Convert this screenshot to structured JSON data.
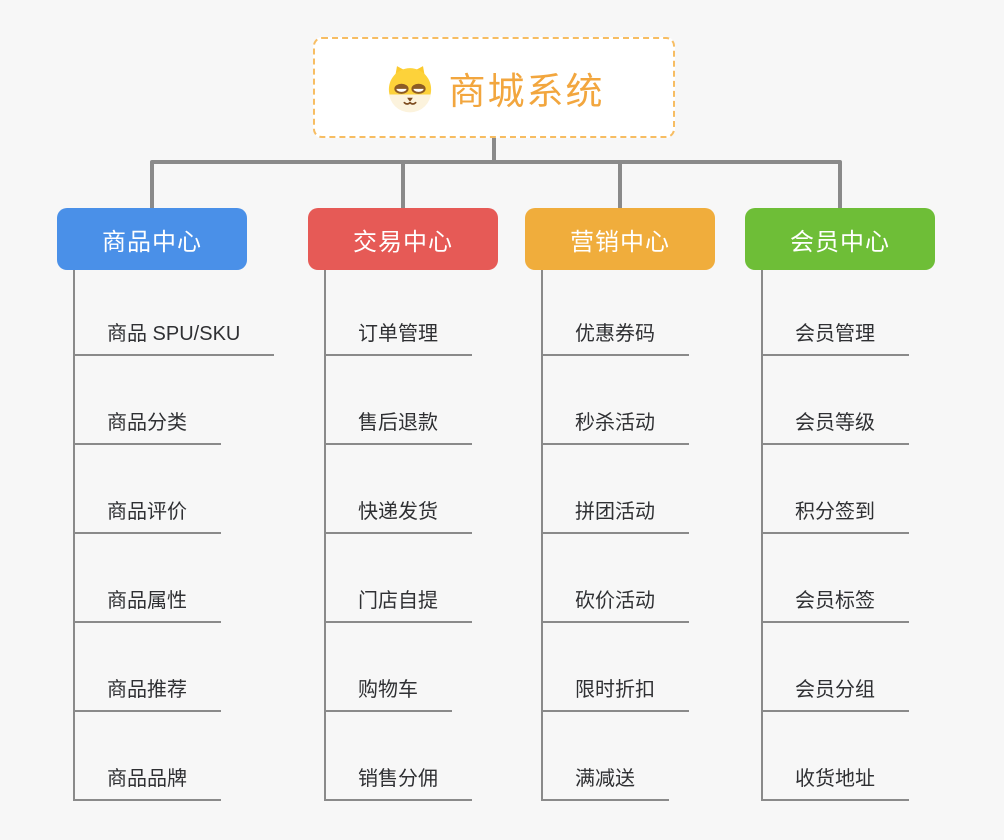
{
  "app": {
    "background": "#f7f7f7",
    "connector_color": "#8a8a8a",
    "underline_color": "#8a8a8a",
    "item_text_color": "#2f3033"
  },
  "root": {
    "title": "商城系统",
    "title_color": "#f2a63e",
    "border_color": "#f7bd62",
    "icon": "dog-face-icon"
  },
  "branches": [
    {
      "label": "商品中心",
      "color": "#4a90e8",
      "items": [
        "商品 SPU/SKU",
        "商品分类",
        "商品评价",
        "商品属性",
        "商品推荐",
        "商品品牌"
      ]
    },
    {
      "label": "交易中心",
      "color": "#e65a56",
      "items": [
        "订单管理",
        "售后退款",
        "快递发货",
        "门店自提",
        "购物车",
        "销售分佣"
      ]
    },
    {
      "label": "营销中心",
      "color": "#f0ad3c",
      "items": [
        "优惠券码",
        "秒杀活动",
        "拼团活动",
        "砍价活动",
        "限时折扣",
        "满减送"
      ]
    },
    {
      "label": "会员中心",
      "color": "#6ebe37",
      "items": [
        "会员管理",
        "会员等级",
        "积分签到",
        "会员标签",
        "会员分组",
        "收货地址"
      ]
    }
  ]
}
